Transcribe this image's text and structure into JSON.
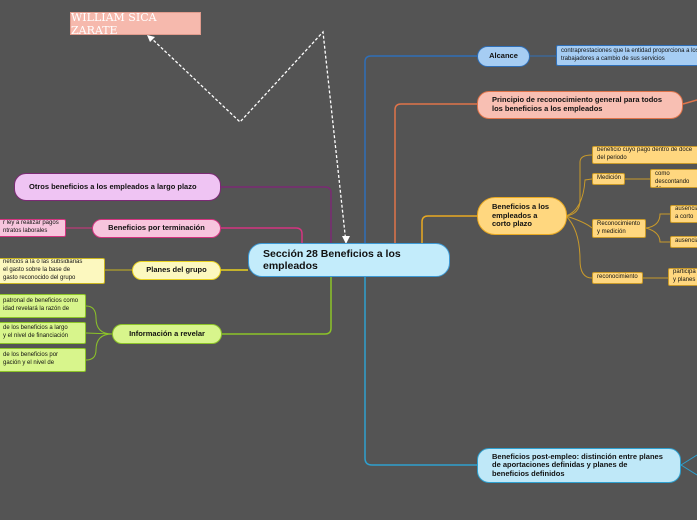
{
  "title": "WILLIAM SICA ZARATE",
  "center": "Sección 28 Beneficios a los empleados",
  "nodes": {
    "alcance": "Alcance",
    "alcance_leaf": "contraprestaciones que la entidad proporciona a los\ntrabajadores a cambio de sus servicios",
    "principio": "Principio de reconocimiento general para todos los beneficios a los empleados",
    "corto_plazo": "Beneficios a los empleados a corto plazo",
    "cp_leaf1": "beneficio cuyo pago dentro de doce\ndel periodo",
    "cp_medicion": "Medición",
    "cp_medicion_leaf": "se medirá como\ndescontando de",
    "cp_reconocimiento": "Reconocimiento\ny medición",
    "cp_rec_leaf1": "ausencias\na corto",
    "cp_rec_leaf2": "ausencias",
    "cp_reconocimiento2": "reconocimiento",
    "cp_rec2_leaf": "participa\ny planes",
    "post_empleo": "Beneficios post-empleo: distinción entre planes de aportaciones definidas y planes de beneficios definidos",
    "largo_plazo": "Otros beneficios a los empleados a largo plazo",
    "terminacion": "Beneficios por terminación",
    "terminacion_leaf": "r ley a realizar pagos\nntratos laborales",
    "grupo": "Planes del grupo",
    "grupo_leaf": "neficios a la o las subsidiarias\nel gasto sobre la base de\ngasto reconocido del grupo",
    "revelar": "Información a revelar",
    "revelar_leaf1": "patronal de beneficios como\nidad revelará la razón de",
    "revelar_leaf2": "de los beneficios a largo\ny el nivel de financiación",
    "revelar_leaf3": "de los beneficios por\ngación y el nivel de"
  },
  "colors": {
    "background": "#545454",
    "alcance": "#a6cdf3",
    "principio": "#f8bfb3",
    "corto_plazo": "#ffd77f",
    "post_empleo": "#bfe8f8",
    "largo_plazo": "#efc4f3",
    "terminacion": "#f7c5dd",
    "grupo": "#fcf8bf",
    "revelar": "#d8f58c"
  }
}
